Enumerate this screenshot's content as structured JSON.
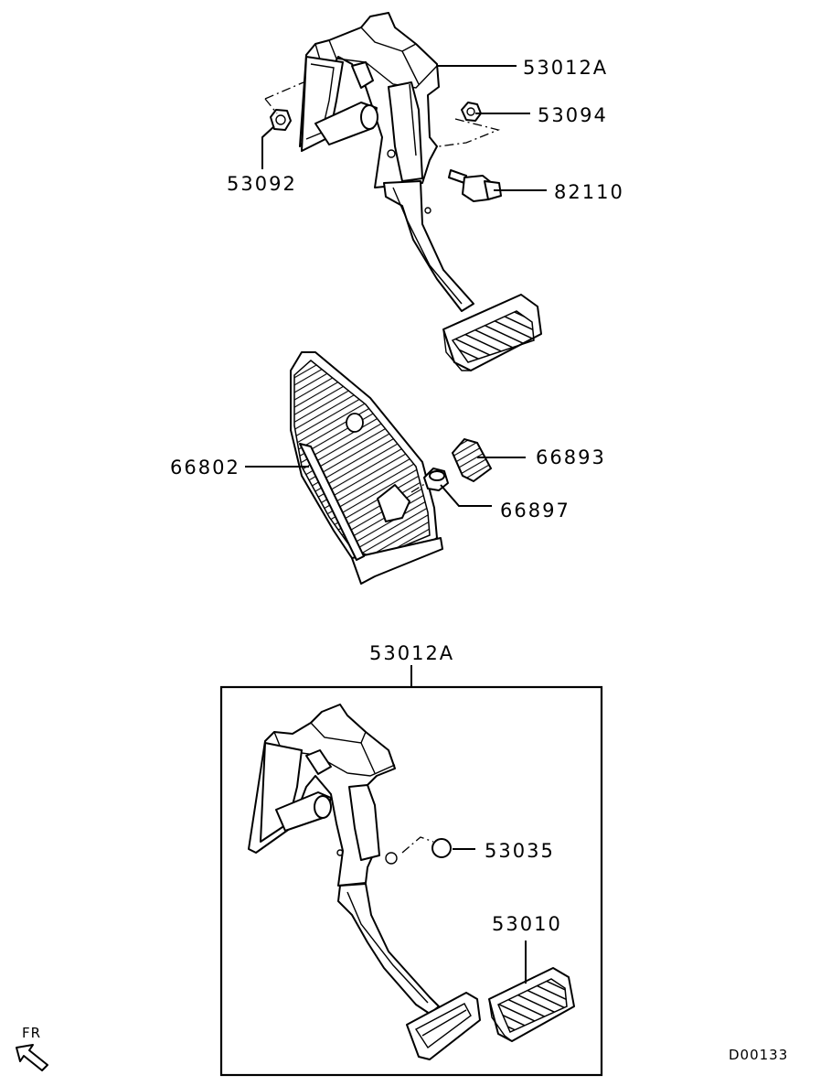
{
  "callouts": {
    "p53012A_top": "53012A",
    "p53094": "53094",
    "p53092": "53092",
    "p82110": "82110",
    "p66802": "66802",
    "p66893": "66893",
    "p66897": "66897",
    "p53012A_box": "53012A",
    "p53035": "53035",
    "p53010": "53010"
  },
  "orientation": {
    "label": "FR"
  },
  "figure_code": "D00133"
}
